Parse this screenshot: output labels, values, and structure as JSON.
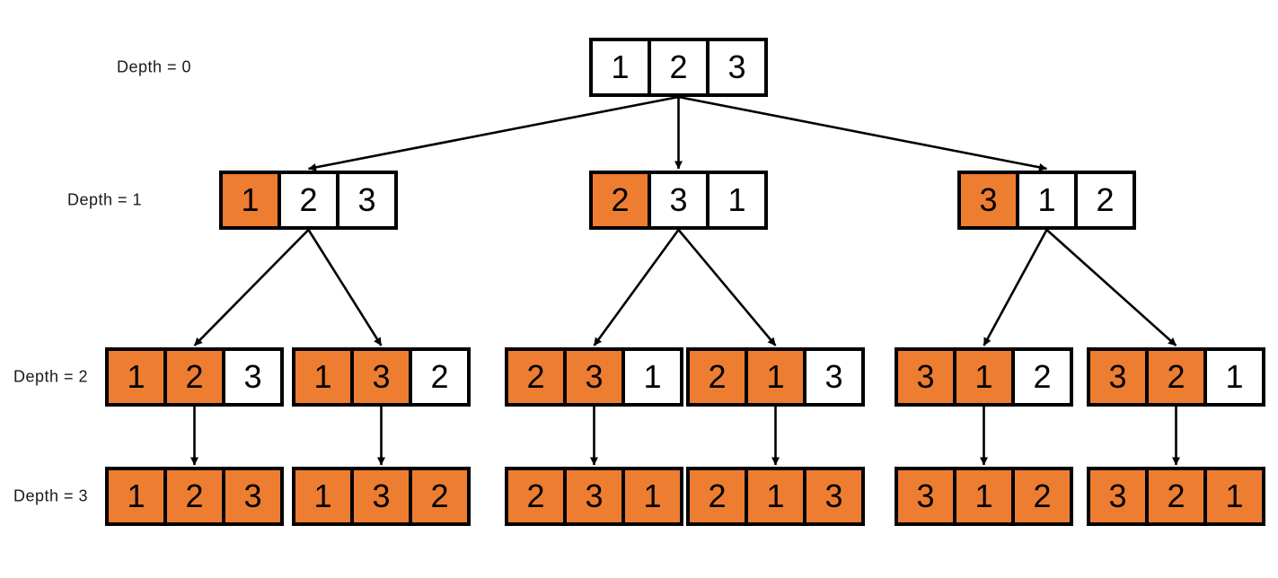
{
  "diagram": {
    "description": "Permutation tree of [1, 2, 3] shown by recursion depth",
    "colors": {
      "highlight": "#ED7D31",
      "cell_background": "#FFFFFF",
      "border": "#000000",
      "text": "#000000",
      "arrow": "#000000",
      "page_background": "#FFFFFF"
    },
    "levels": [
      {
        "label": "Depth = 0",
        "highlight_count": 0,
        "nodes": [
          {
            "values": [
              "1",
              "2",
              "3"
            ]
          }
        ]
      },
      {
        "label": "Depth = 1",
        "highlight_count": 1,
        "nodes": [
          {
            "values": [
              "1",
              "2",
              "3"
            ]
          },
          {
            "values": [
              "2",
              "3",
              "1"
            ]
          },
          {
            "values": [
              "3",
              "1",
              "2"
            ]
          }
        ]
      },
      {
        "label": "Depth = 2",
        "highlight_count": 2,
        "nodes": [
          {
            "values": [
              "1",
              "2",
              "3"
            ]
          },
          {
            "values": [
              "1",
              "3",
              "2"
            ]
          },
          {
            "values": [
              "2",
              "3",
              "1"
            ]
          },
          {
            "values": [
              "2",
              "1",
              "3"
            ]
          },
          {
            "values": [
              "3",
              "1",
              "2"
            ]
          },
          {
            "values": [
              "3",
              "2",
              "1"
            ]
          }
        ]
      },
      {
        "label": "Depth = 3",
        "highlight_count": 3,
        "nodes": [
          {
            "values": [
              "1",
              "2",
              "3"
            ]
          },
          {
            "values": [
              "1",
              "3",
              "2"
            ]
          },
          {
            "values": [
              "2",
              "3",
              "1"
            ]
          },
          {
            "values": [
              "2",
              "1",
              "3"
            ]
          },
          {
            "values": [
              "3",
              "1",
              "2"
            ]
          },
          {
            "values": [
              "3",
              "2",
              "1"
            ]
          }
        ]
      }
    ],
    "edges": [
      [
        0,
        0,
        1,
        0
      ],
      [
        0,
        0,
        1,
        1
      ],
      [
        0,
        0,
        1,
        2
      ],
      [
        1,
        0,
        2,
        0
      ],
      [
        1,
        0,
        2,
        1
      ],
      [
        1,
        1,
        2,
        2
      ],
      [
        1,
        1,
        2,
        3
      ],
      [
        1,
        2,
        2,
        4
      ],
      [
        1,
        2,
        2,
        5
      ],
      [
        2,
        0,
        3,
        0
      ],
      [
        2,
        1,
        3,
        1
      ],
      [
        2,
        2,
        3,
        2
      ],
      [
        2,
        3,
        3,
        3
      ],
      [
        2,
        4,
        3,
        4
      ],
      [
        2,
        5,
        3,
        5
      ]
    ]
  }
}
